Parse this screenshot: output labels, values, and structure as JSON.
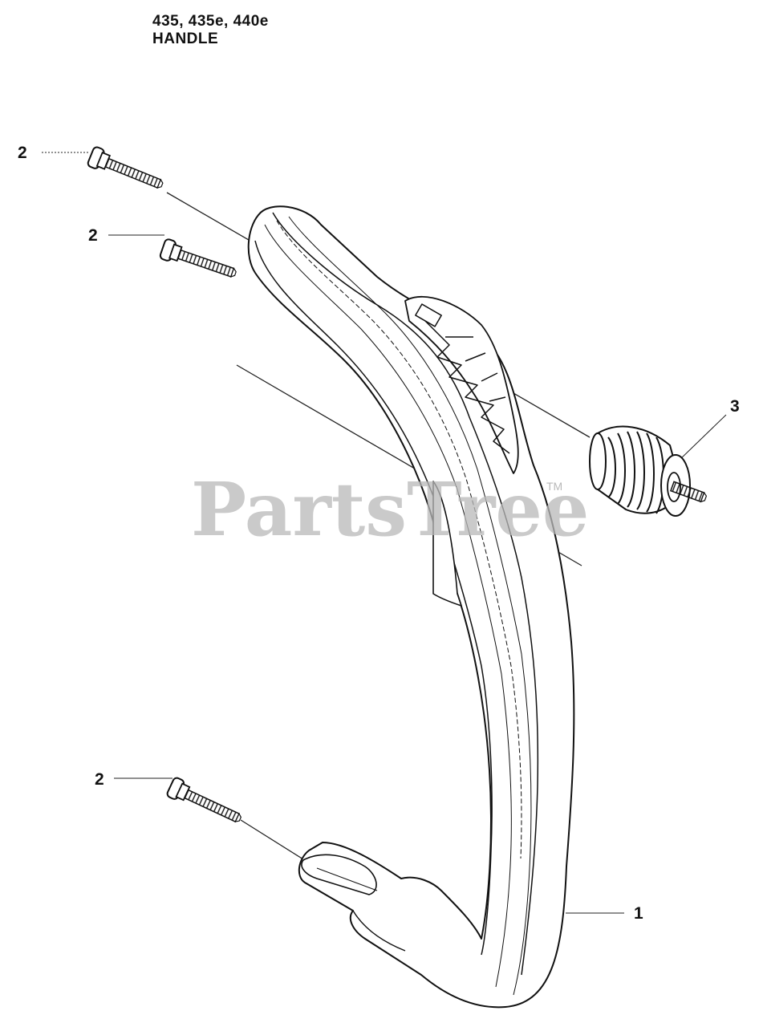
{
  "header": {
    "models": "435, 435e, 440e",
    "section": "HANDLE"
  },
  "callouts": [
    {
      "number": "2",
      "part": "screw"
    },
    {
      "number": "2",
      "part": "screw"
    },
    {
      "number": "2",
      "part": "screw"
    },
    {
      "number": "3",
      "part": "anti-vibration spring"
    },
    {
      "number": "1",
      "part": "handle"
    }
  ],
  "watermark": {
    "text": "PartsTree",
    "trademark": "TM"
  },
  "colors": {
    "ink": "#111111",
    "watermark": "#b9b9b9",
    "background": "#ffffff"
  }
}
